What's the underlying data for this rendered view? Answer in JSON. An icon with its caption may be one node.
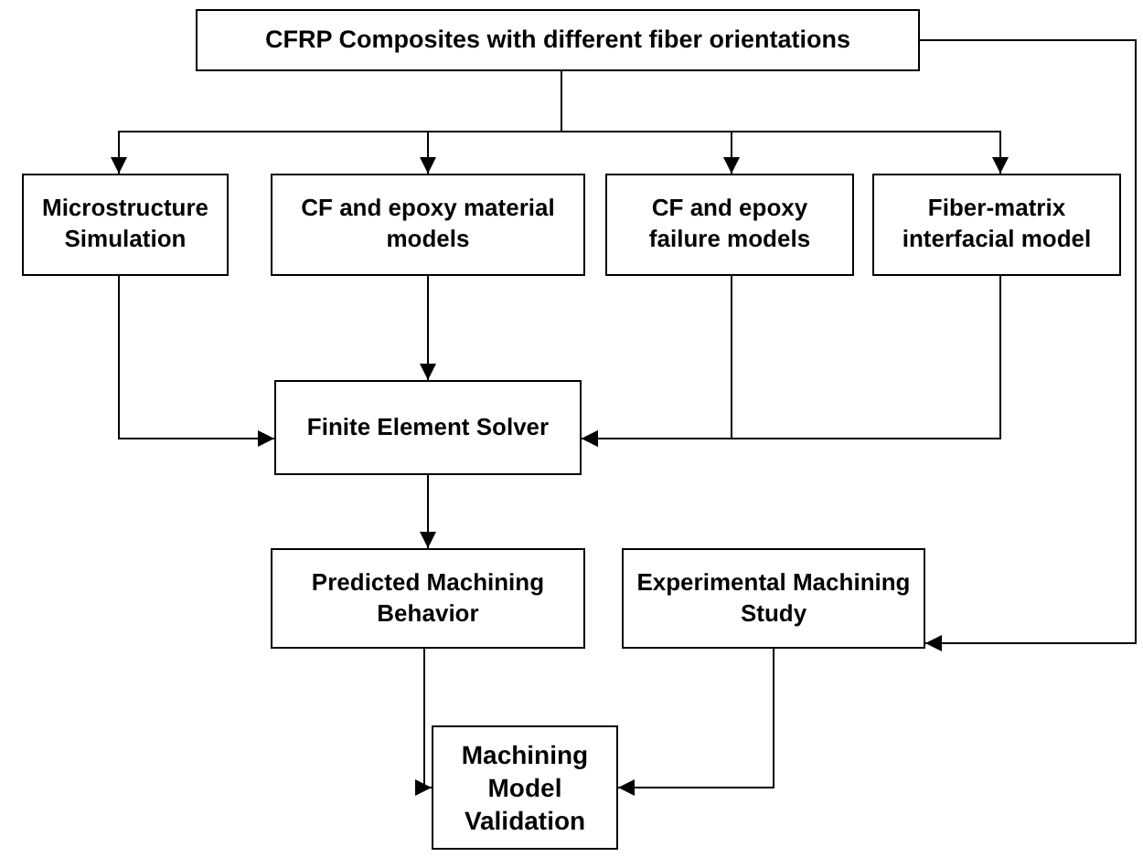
{
  "diagram": {
    "nodes": [
      {
        "text": [
          "CFRP Composites with different fiber orientations"
        ]
      },
      {
        "text": [
          "Microstructure Simulation"
        ]
      },
      {
        "text": [
          "CF and epoxy material models"
        ]
      },
      {
        "text": [
          "CF and epoxy failure models"
        ]
      },
      {
        "text": [
          "Fiber-matrix interfacial model"
        ]
      },
      {
        "text": [
          "Finite Element Solver"
        ]
      },
      {
        "text": [
          "Predicted Machining Behavior"
        ]
      },
      {
        "text": [
          "Experimental Machining Study"
        ]
      },
      {
        "text": [
          "Machining Model Validation"
        ]
      }
    ],
    "edges": [
      {
        "from": 0,
        "to": 7,
        "arrow": "to"
      },
      {
        "from": 0,
        "to": 1,
        "arrow": "to"
      },
      {
        "from": 0,
        "to": 2,
        "arrow": "to"
      },
      {
        "from": 0,
        "to": 3,
        "arrow": "to"
      },
      {
        "from": 0,
        "to": 4,
        "arrow": "to"
      },
      {
        "from": 1,
        "to": 5,
        "arrow": "to"
      },
      {
        "from": 2,
        "to": 5,
        "arrow": "to"
      },
      {
        "from": 3,
        "to": 5,
        "arrow": "to"
      },
      {
        "from": 4,
        "to": 5,
        "arrow": "to"
      },
      {
        "from": 5,
        "to": 6,
        "arrow": "to"
      },
      {
        "from": 6,
        "to": 8,
        "arrow": "to"
      },
      {
        "from": 7,
        "to": 8,
        "arrow": "to"
      }
    ]
  }
}
